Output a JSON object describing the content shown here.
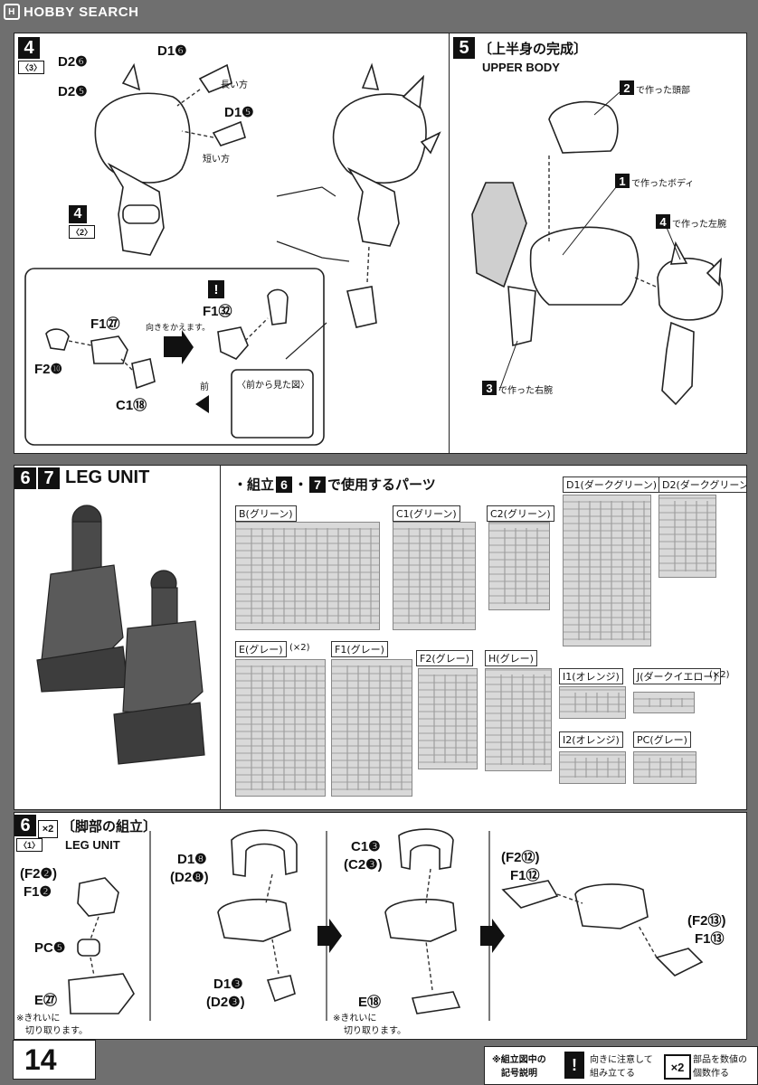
{
  "brand": {
    "logo_glyph": "H",
    "name": "HOBBY SEARCH"
  },
  "step4": {
    "number": "4",
    "ref": "〈3〉",
    "ref_sub_number": "4",
    "ref_sub": "〈2〉",
    "labels": {
      "d2_6": "D2❻",
      "d2_5": "D2❺",
      "d1_6": "D1❻",
      "d1_5": "D1❺",
      "long": "長い方",
      "short": "短い方",
      "f1_27": "F1㉗",
      "f2_10": "F2❿",
      "c1_18": "C1⑱",
      "f1_32": "F1㉜",
      "turn": "向きをかえます。",
      "front": "前",
      "front_view": "〈前から見た図〉",
      "caution_glyph": "!"
    }
  },
  "step5": {
    "number": "5",
    "title_jp": "〔上半身の完成〕",
    "title_en": "UPPER BODY",
    "callouts": [
      {
        "num": "2",
        "text": "で作った頭部"
      },
      {
        "num": "1",
        "text": "で作ったボディ"
      },
      {
        "num": "4",
        "text": "で作った左腕"
      },
      {
        "num": "3",
        "text": "で作った右腕"
      }
    ]
  },
  "leg_section": {
    "num_a": "6",
    "num_b": "7",
    "title": "LEG UNIT",
    "parts_heading_pre": "・組立",
    "parts_heading_n1": "6",
    "parts_heading_mid": "・",
    "parts_heading_n2": "7",
    "parts_heading_post": "で使用するパーツ",
    "runners": [
      {
        "label": "B(グリーン)"
      },
      {
        "label": "C1(グリーン)"
      },
      {
        "label": "C2(グリーン)"
      },
      {
        "label": "D1(ダークグリーン)"
      },
      {
        "label": "D2(ダークグリーン)"
      },
      {
        "label": "E(グレー)",
        "extra": "(×2)"
      },
      {
        "label": "F1(グレー)"
      },
      {
        "label": "F2(グレー)"
      },
      {
        "label": "H(グレー)"
      },
      {
        "label": "I1(オレンジ)"
      },
      {
        "label": "J(ダークイエロー)",
        "extra": "(×2)"
      },
      {
        "label": "I2(オレンジ)"
      },
      {
        "label": "PC(グレー)"
      }
    ]
  },
  "step6": {
    "number": "6",
    "multiplier": "×2",
    "ref": "〈1〉",
    "title_jp": "〔脚部の組立〕",
    "title_en": "LEG UNIT",
    "labels": {
      "f2_2": "(F2❷)",
      "f1_2": "F1❷",
      "pc_5": "PC❺",
      "e_27": "E㉗",
      "note1a": "※きれいに",
      "note1b": "切り取ります。",
      "d1_8": "D1❽",
      "d2_8": "(D2❽)",
      "d1_3": "D1❸",
      "d2_3": "(D2❸)",
      "c1_3": "C1❸",
      "c2_3": "(C2❸)",
      "e_18": "E⑱",
      "note2a": "※きれいに",
      "note2b": "切り取ります。",
      "f2_12": "(F2⑫)",
      "f1_12": "F1⑫",
      "f2_13": "(F2⑬)",
      "f1_13": "F1⑬"
    }
  },
  "page_number": "14",
  "legend": {
    "explain_1": "※組立図中の",
    "explain_2": "記号説明",
    "caution_glyph": "!",
    "caution_1": "向きに注意して",
    "caution_2": "組み立てる",
    "count_glyph": "×2",
    "count_1": "部品を数値の",
    "count_2": "個数作る"
  },
  "colors": {
    "page_bg": "#6f6f6f",
    "panel_bg": "#ffffff",
    "ink": "#111111",
    "arrow": "#333333"
  }
}
